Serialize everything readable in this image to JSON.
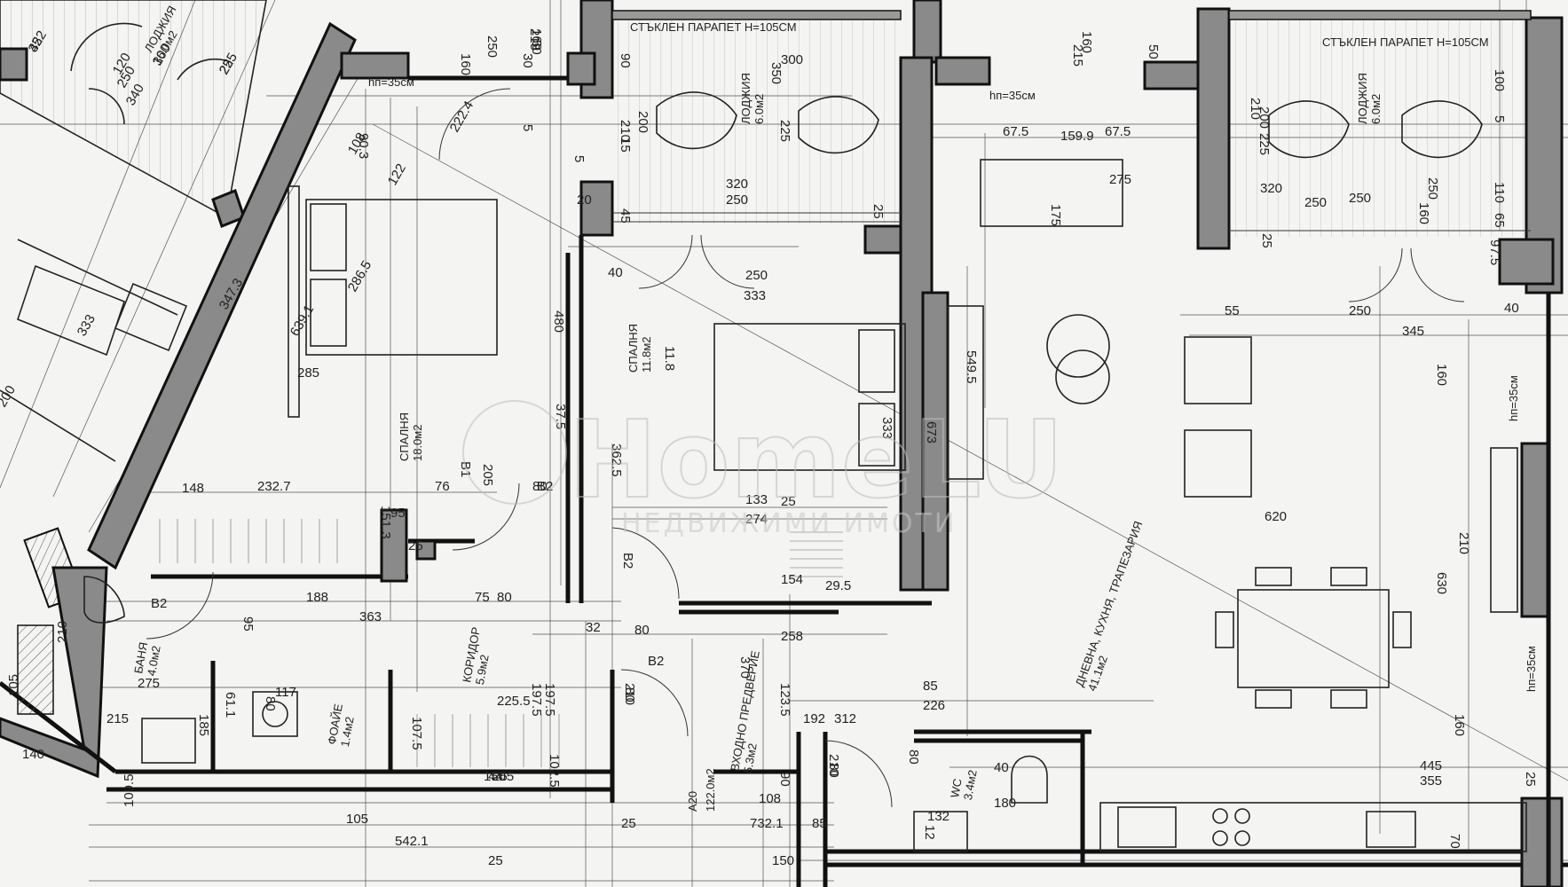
{
  "watermark": {
    "brand": "HomeLU",
    "subtitle": "НЕДВИЖИМИ ИМОТИ"
  },
  "apartment": {
    "id": "A20",
    "area": "122.0м2"
  },
  "rooms": [
    {
      "id": "terrace_left",
      "name": "ЛОДЖИЯ",
      "area": "6.0м2"
    },
    {
      "id": "terrace_mid",
      "name": "ЛОДЖИЯ",
      "area": "6.0м2"
    },
    {
      "id": "terrace_right",
      "name": "ЛОДЖИЯ",
      "area": "6.0м2"
    },
    {
      "id": "bedroom_1",
      "name": "СПАЛНЯ",
      "area": "18.0м2"
    },
    {
      "id": "bedroom_2",
      "name": "СПАЛНЯ",
      "area": "11.8м2"
    },
    {
      "id": "living",
      "name": "ДНЕВНА, КУХНЯ, ТРАПЕЗАРИЯ",
      "area": "41.1м2"
    },
    {
      "id": "corridor",
      "name": "КОРИДОР",
      "area": "5.9м2"
    },
    {
      "id": "foyer",
      "name": "ФОАЙЕ",
      "area": "1.4м2"
    },
    {
      "id": "entrance",
      "name": "ВХОДНО ПРЕДВЕРИЕ",
      "area": "5.3м2"
    },
    {
      "id": "bath",
      "name": "БАНЯ",
      "area": "4.0м2"
    },
    {
      "id": "wc",
      "name": "WC",
      "area": "3.4м2"
    }
  ],
  "glazing_notes": [
    {
      "id": "g1",
      "text": "СТЪКЛЕН ПАРАПЕТ Н=105СМ"
    },
    {
      "id": "g2",
      "text": "СТЪКЛЕН ПАРАПЕТ Н=105СМ"
    },
    {
      "id": "n1",
      "text": "hп=35см"
    },
    {
      "id": "n2",
      "text": "hп=35см"
    },
    {
      "id": "n3",
      "text": "hп=35см"
    },
    {
      "id": "n4",
      "text": "hп=35см"
    }
  ],
  "dimensions": [
    "45",
    "300",
    "225",
    "250",
    "120",
    "250",
    "160",
    "50",
    "215",
    "160",
    "30",
    "340",
    "5",
    "90",
    "350",
    "210",
    "200",
    "5",
    "320",
    "225",
    "250",
    "20",
    "15",
    "45",
    "25",
    "300",
    "50",
    "160",
    "215",
    "210",
    "200",
    "225",
    "100",
    "65",
    "110",
    "5",
    "250",
    "320",
    "25",
    "250",
    "250",
    "160",
    "90.3",
    "108",
    "222.4",
    "122",
    "286.5",
    "639.1",
    "347.3",
    "333",
    "200",
    "285",
    "480",
    "37.5",
    "362.5",
    "11.8",
    "333",
    "40",
    "250",
    "333",
    "549.5",
    "673",
    "159.9",
    "67.5",
    "67.5",
    "175",
    "275",
    "55",
    "250",
    "345",
    "40",
    "160",
    "620",
    "630",
    "210",
    "160",
    "445",
    "355",
    "70",
    "148",
    "232.7",
    "151.3",
    "95",
    "76",
    "205",
    "25",
    "133",
    "274",
    "154",
    "29.5",
    "188",
    "75",
    "80",
    "32",
    "80",
    "258",
    "370",
    "123.5",
    "363",
    "95",
    "61.1",
    "80",
    "197.5",
    "197.5",
    "225.5",
    "108",
    "226",
    "85",
    "192",
    "312",
    "40",
    "80",
    "180",
    "12",
    "132",
    "275",
    "117",
    "185",
    "107.5",
    "102.5",
    "90",
    "44.5",
    "25",
    "105",
    "542.1",
    "732.1",
    "85",
    "25",
    "150",
    "150",
    "25",
    "25",
    "B2",
    "B1",
    "B2",
    "B2",
    "B2",
    "80",
    "210",
    "80",
    "210",
    "80",
    "210",
    "105",
    "215",
    "97.5",
    "109.5",
    "140",
    "25",
    "322",
    "1",
    "25"
  ]
}
